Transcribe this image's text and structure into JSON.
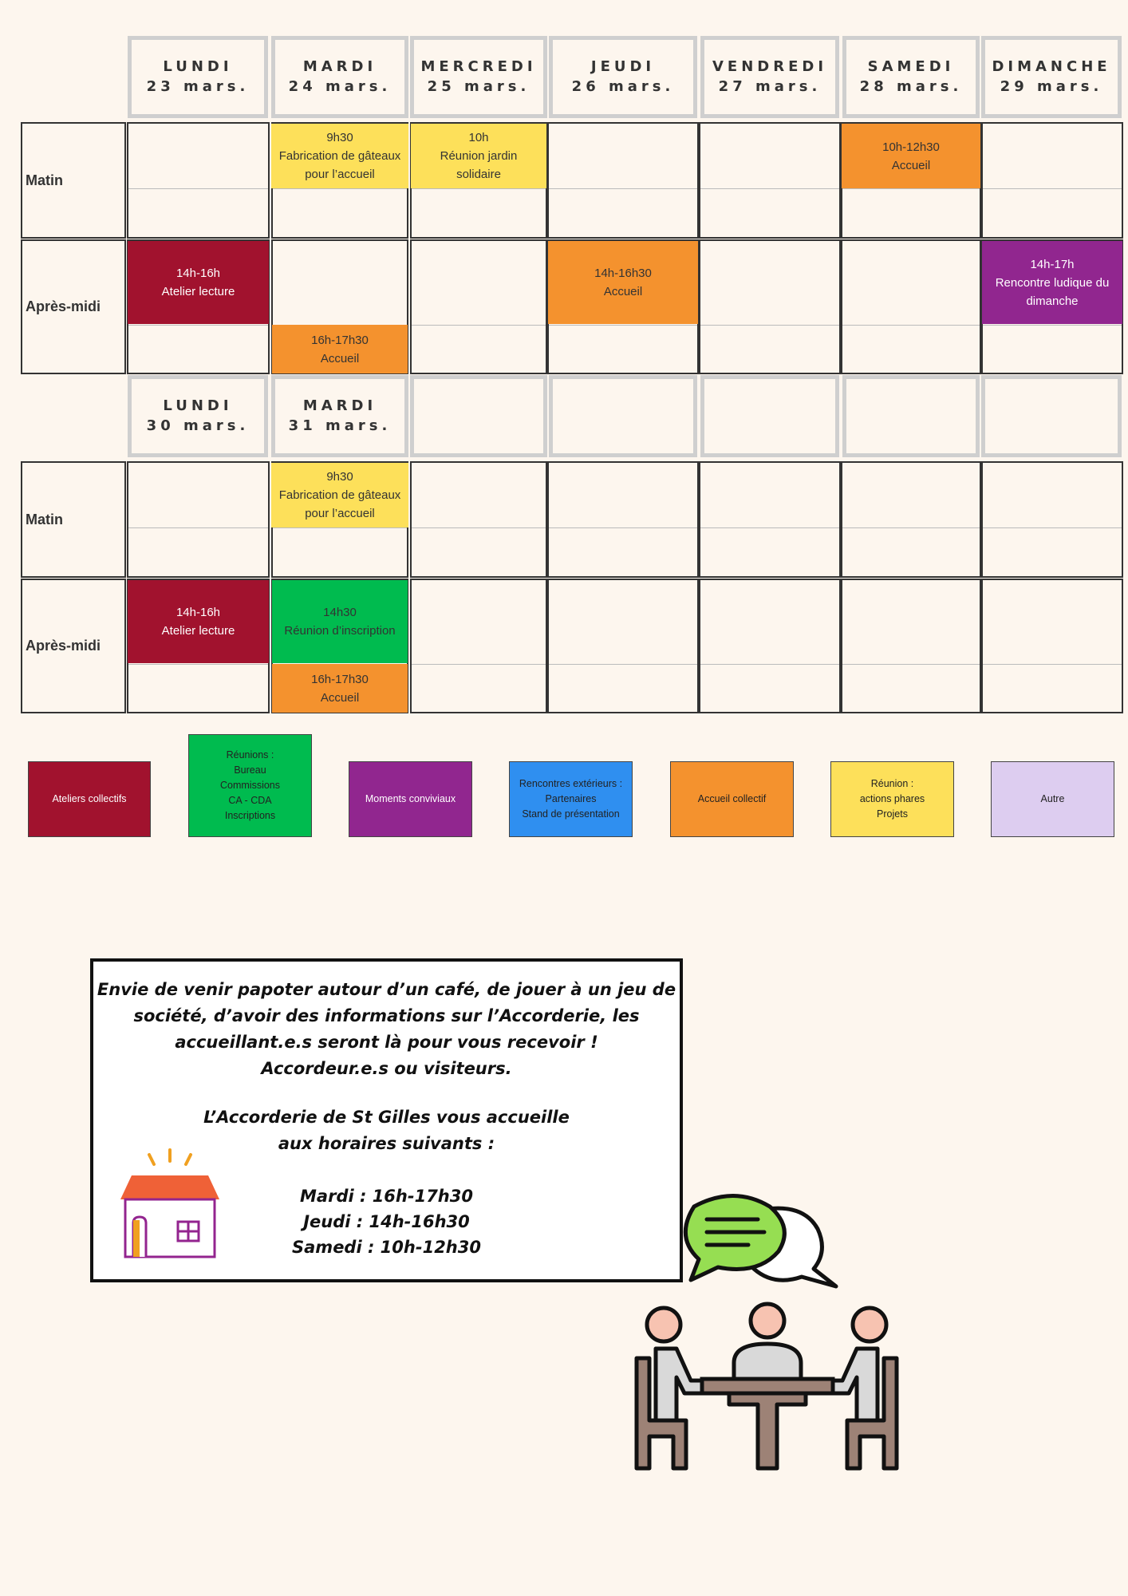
{
  "week1": {
    "days": [
      {
        "name": "LUNDI",
        "date": "23 mars."
      },
      {
        "name": "MARDI",
        "date": "24 mars."
      },
      {
        "name": "MERCREDI",
        "date": "25 mars."
      },
      {
        "name": "JEUDI",
        "date": "26 mars."
      },
      {
        "name": "VENDREDI",
        "date": "27 mars."
      },
      {
        "name": "SAMEDI",
        "date": "28 mars."
      },
      {
        "name": "DIMANCHE",
        "date": "29 mars."
      }
    ],
    "rows": {
      "morning": "Matin",
      "afternoon": "Après-midi"
    },
    "events": [
      {
        "time": "9h30",
        "title": "Fabrication de gâteaux pour l’accueil",
        "color": "#fde05a"
      },
      {
        "time": "10h",
        "title": "Réunion jardin solidaire",
        "color": "#fde05a"
      },
      {
        "time": "10h-12h30",
        "title": "Accueil",
        "color": "#f4922e"
      },
      {
        "time": "14h-16h",
        "title": "Atelier lecture",
        "color": "#a1122e"
      },
      {
        "time": "14h-16h30",
        "title": "Accueil",
        "color": "#f4922e"
      },
      {
        "time": "14h-17h",
        "title": "Rencontre ludique du dimanche",
        "color": "#91268f"
      },
      {
        "time": "16h-17h30",
        "title": "Accueil",
        "color": "#f4922e"
      }
    ]
  },
  "week2": {
    "days": [
      {
        "name": "LUNDI",
        "date": "30 mars."
      },
      {
        "name": "MARDI",
        "date": "31 mars."
      }
    ],
    "rows": {
      "morning": "Matin",
      "afternoon": "Après-midi"
    },
    "events": [
      {
        "time": "9h30",
        "title": "Fabrication de gâteaux pour l’accueil",
        "color": "#fde05a"
      },
      {
        "time": "14h-16h",
        "title": "Atelier lecture",
        "color": "#a1122e"
      },
      {
        "time": "14h30",
        "title": "Réunion d’inscription",
        "color": "#00bb4f"
      },
      {
        "time": "16h-17h30",
        "title": "Accueil",
        "color": "#f4922e"
      }
    ]
  },
  "legend": [
    {
      "lines": [
        "Ateliers collectifs"
      ],
      "color": "#a1122e"
    },
    {
      "lines": [
        "Réunions :",
        "Bureau",
        "Commissions",
        "CA - CDA",
        "Inscriptions"
      ],
      "color": "#00bb4f"
    },
    {
      "lines": [
        "Moments conviviaux"
      ],
      "color": "#91268f"
    },
    {
      "lines": [
        "Rencontres extérieurs :",
        "Partenaires",
        "Stand de présentation"
      ],
      "color": "#2f8ff0"
    },
    {
      "lines": [
        "Accueil collectif"
      ],
      "color": "#f4922e"
    },
    {
      "lines": [
        "Réunion :",
        "actions phares",
        "Projets"
      ],
      "color": "#fde05a"
    },
    {
      "lines": [
        "Autre"
      ],
      "color": "#ddcdf0"
    }
  ],
  "info": {
    "intro_lines": [
      "Envie de venir papoter autour d’un café, de jouer à un jeu de",
      "société, d’avoir des informations sur l’Accorderie, les",
      "accueillant.e.s seront là pour vous recevoir !",
      "Accordeur.e.s ou visiteurs."
    ],
    "welcome_lines": [
      "L’Accorderie de St Gilles vous accueille",
      "aux horaires suivants :"
    ],
    "hours": [
      "Mardi : 16h-17h30",
      "Jeudi : 14h-16h30",
      "Samedi : 10h-12h30"
    ]
  },
  "icons": {
    "house": "house-icon",
    "meeting": "people-meeting-icon",
    "speech": "speech-bubble-icon"
  }
}
